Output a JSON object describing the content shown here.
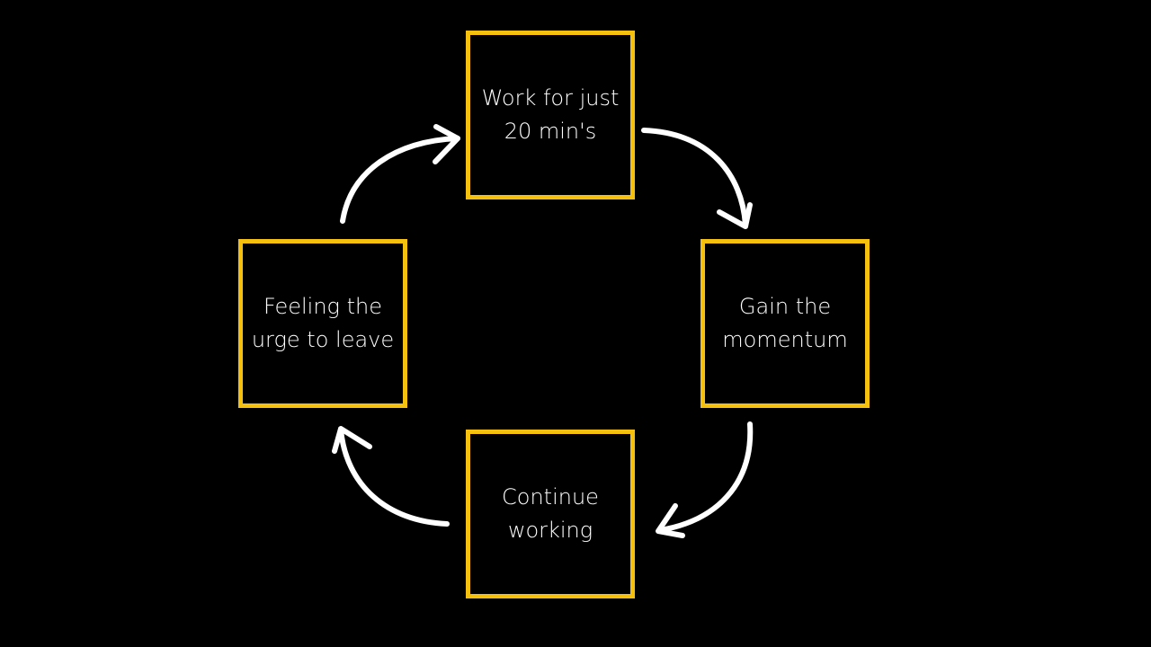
{
  "diagram": {
    "type": "cycle",
    "colors": {
      "background": "#000000",
      "box_border": "#f5c10e",
      "text": "#ffffff",
      "arrow": "#ffffff"
    },
    "steps": [
      {
        "label": "Work for just\n20 min's"
      },
      {
        "label": "Gain the\nmomentum"
      },
      {
        "label": "Continue\nworking"
      },
      {
        "label": "Feeling the\nurge to leave"
      }
    ],
    "connections": [
      {
        "from": 0,
        "to": 1
      },
      {
        "from": 1,
        "to": 2
      },
      {
        "from": 2,
        "to": 3
      },
      {
        "from": 3,
        "to": 0
      }
    ]
  }
}
